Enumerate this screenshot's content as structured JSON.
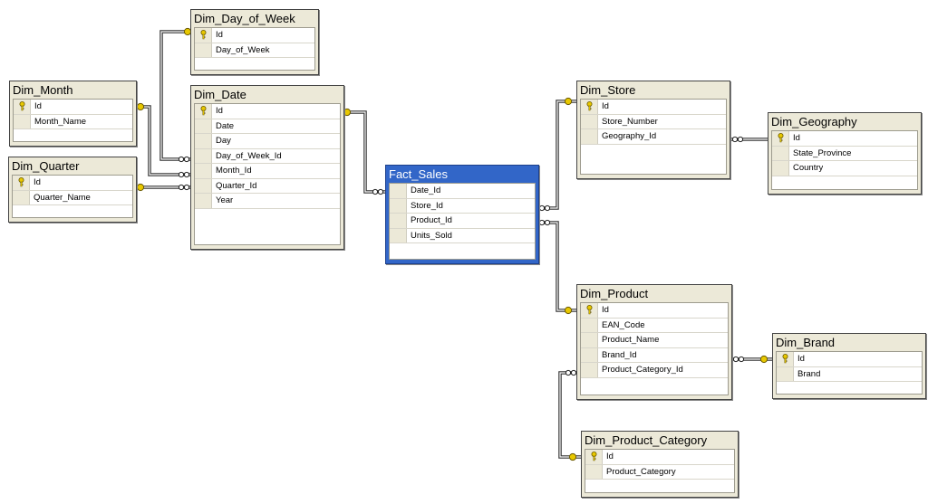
{
  "tables": {
    "dim_day_of_week": {
      "name": "Dim_Day_of_Week",
      "columns": [
        {
          "name": "Id",
          "key": true
        },
        {
          "name": "Day_of_Week",
          "key": false
        }
      ]
    },
    "dim_month": {
      "name": "Dim_Month",
      "columns": [
        {
          "name": "Id",
          "key": true
        },
        {
          "name": "Month_Name",
          "key": false
        }
      ]
    },
    "dim_quarter": {
      "name": "Dim_Quarter",
      "columns": [
        {
          "name": "Id",
          "key": true
        },
        {
          "name": "Quarter_Name",
          "key": false
        }
      ]
    },
    "dim_date": {
      "name": "Dim_Date",
      "columns": [
        {
          "name": "Id",
          "key": true
        },
        {
          "name": "Date",
          "key": false
        },
        {
          "name": "Day",
          "key": false
        },
        {
          "name": "Day_of_Week_Id",
          "key": false
        },
        {
          "name": "Month_Id",
          "key": false
        },
        {
          "name": "Quarter_Id",
          "key": false
        },
        {
          "name": "Year",
          "key": false
        }
      ]
    },
    "fact_sales": {
      "name": "Fact_Sales",
      "columns": [
        {
          "name": "Date_Id",
          "key": false
        },
        {
          "name": "Store_Id",
          "key": false
        },
        {
          "name": "Product_Id",
          "key": false
        },
        {
          "name": "Units_Sold",
          "key": false
        }
      ]
    },
    "dim_store": {
      "name": "Dim_Store",
      "columns": [
        {
          "name": "Id",
          "key": true
        },
        {
          "name": "Store_Number",
          "key": false
        },
        {
          "name": "Geography_Id",
          "key": false
        }
      ]
    },
    "dim_geography": {
      "name": "Dim_Geography",
      "columns": [
        {
          "name": "Id",
          "key": true
        },
        {
          "name": "State_Province",
          "key": false
        },
        {
          "name": "Country",
          "key": false
        }
      ]
    },
    "dim_product": {
      "name": "Dim_Product",
      "columns": [
        {
          "name": "Id",
          "key": true
        },
        {
          "name": "EAN_Code",
          "key": false
        },
        {
          "name": "Product_Name",
          "key": false
        },
        {
          "name": "Brand_Id",
          "key": false
        },
        {
          "name": "Product_Category_Id",
          "key": false
        }
      ]
    },
    "dim_brand": {
      "name": "Dim_Brand",
      "columns": [
        {
          "name": "Id",
          "key": true
        },
        {
          "name": "Brand",
          "key": false
        }
      ]
    },
    "dim_product_category": {
      "name": "Dim_Product_Category",
      "columns": [
        {
          "name": "Id",
          "key": true
        },
        {
          "name": "Product_Category",
          "key": false
        }
      ]
    }
  },
  "relationships": [
    {
      "from": "dim_date.Day_of_Week_Id",
      "to": "dim_day_of_week.Id"
    },
    {
      "from": "dim_date.Month_Id",
      "to": "dim_month.Id"
    },
    {
      "from": "dim_date.Quarter_Id",
      "to": "dim_quarter.Id"
    },
    {
      "from": "fact_sales.Date_Id",
      "to": "dim_date.Id"
    },
    {
      "from": "fact_sales.Store_Id",
      "to": "dim_store.Id"
    },
    {
      "from": "fact_sales.Product_Id",
      "to": "dim_product.Id"
    },
    {
      "from": "dim_store.Geography_Id",
      "to": "dim_geography.Id"
    },
    {
      "from": "dim_product.Brand_Id",
      "to": "dim_brand.Id"
    },
    {
      "from": "dim_product.Product_Category_Id",
      "to": "dim_product_category.Id"
    }
  ],
  "colors": {
    "key_icon": "#e8c800",
    "line": "#333333",
    "selected_title": "#3266c8"
  }
}
